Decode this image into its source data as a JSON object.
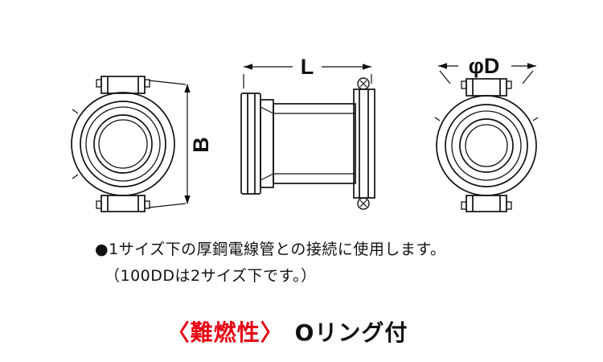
{
  "diagram": {
    "dimensions": {
      "L": "L",
      "phiD": "φD",
      "B": "B"
    },
    "views": {
      "front": "front-view-fitting",
      "side": "side-view-fitting",
      "rear": "rear-view-fitting"
    }
  },
  "notes": {
    "line1": "●1サイズ下の厚鋼電線管との接続に使用します。",
    "line2": "（100DDは2サイズ下です。）"
  },
  "footer": {
    "flame_retardant": "〈難燃性〉",
    "oring": "Oリング付",
    "flame_color": "#e60012"
  }
}
